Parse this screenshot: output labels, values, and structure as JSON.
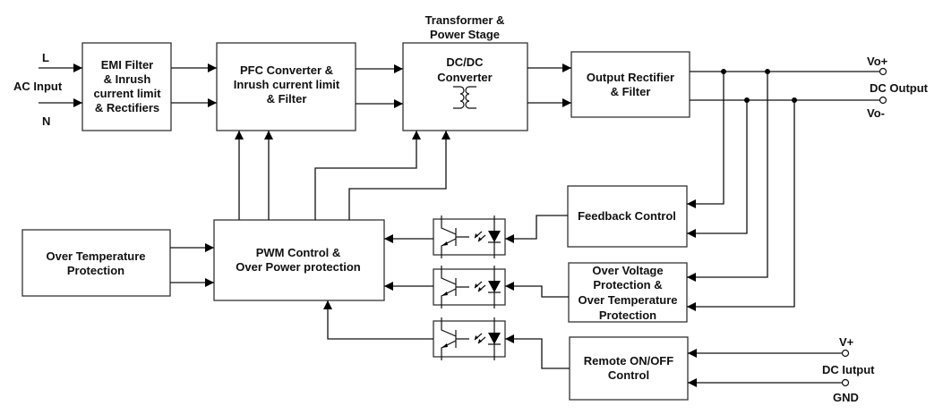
{
  "diagram": {
    "type": "power-supply-block-diagram",
    "inputs": {
      "ac": {
        "label": "AC Input",
        "line": "L",
        "neutral": "N"
      },
      "dc_remote": {
        "label": "DC Iutput",
        "pos": "V+",
        "neg": "GND"
      }
    },
    "outputs": {
      "label": "DC Output",
      "pos": "Vo+",
      "neg": "Vo-"
    },
    "stage_caption": [
      "Transformer &",
      "Power Stage"
    ],
    "blocks": {
      "emi": [
        "EMI Filter",
        "& Inrush",
        "current limit",
        "& Rectifiers"
      ],
      "pfc": [
        "PFC Converter &",
        "Inrush current limit",
        "& Filter"
      ],
      "dcdc": [
        "DC/DC",
        "Converter"
      ],
      "rect": [
        "Output Rectifier",
        "& Filter"
      ],
      "otp": [
        "Over Temperature",
        "Protection"
      ],
      "pwm": [
        "PWM Control &",
        "Over Power protection"
      ],
      "feedback": [
        "Feedback Control"
      ],
      "ovp": [
        "Over Voltage",
        "Protection &",
        "Over Temperature",
        "Protection"
      ],
      "remote": [
        "Remote ON/OFF",
        "Control"
      ]
    },
    "optocouplers": [
      "opto-feedback",
      "opto-protection",
      "opto-remote"
    ],
    "connections": [
      [
        "L",
        "emi"
      ],
      [
        "N",
        "emi"
      ],
      [
        "emi",
        "pfc"
      ],
      [
        "emi",
        "pfc"
      ],
      [
        "pfc",
        "dcdc"
      ],
      [
        "pfc",
        "dcdc"
      ],
      [
        "dcdc",
        "rect"
      ],
      [
        "dcdc",
        "rect"
      ],
      [
        "rect",
        "Vo+"
      ],
      [
        "rect",
        "Vo-"
      ],
      [
        "Vo+",
        "feedback"
      ],
      [
        "Vo-",
        "feedback"
      ],
      [
        "Vo+",
        "ovp"
      ],
      [
        "Vo-",
        "ovp"
      ],
      [
        "feedback",
        "opto-feedback"
      ],
      [
        "opto-feedback",
        "pwm"
      ],
      [
        "ovp",
        "opto-protection"
      ],
      [
        "opto-protection",
        "pwm"
      ],
      [
        "remote",
        "opto-remote"
      ],
      [
        "opto-remote",
        "pwm"
      ],
      [
        "V+",
        "remote"
      ],
      [
        "GND",
        "remote"
      ],
      [
        "otp",
        "pwm"
      ],
      [
        "otp",
        "pwm"
      ],
      [
        "pwm",
        "pfc"
      ],
      [
        "pwm",
        "pfc"
      ],
      [
        "pwm",
        "dcdc"
      ],
      [
        "pwm",
        "dcdc"
      ]
    ]
  }
}
